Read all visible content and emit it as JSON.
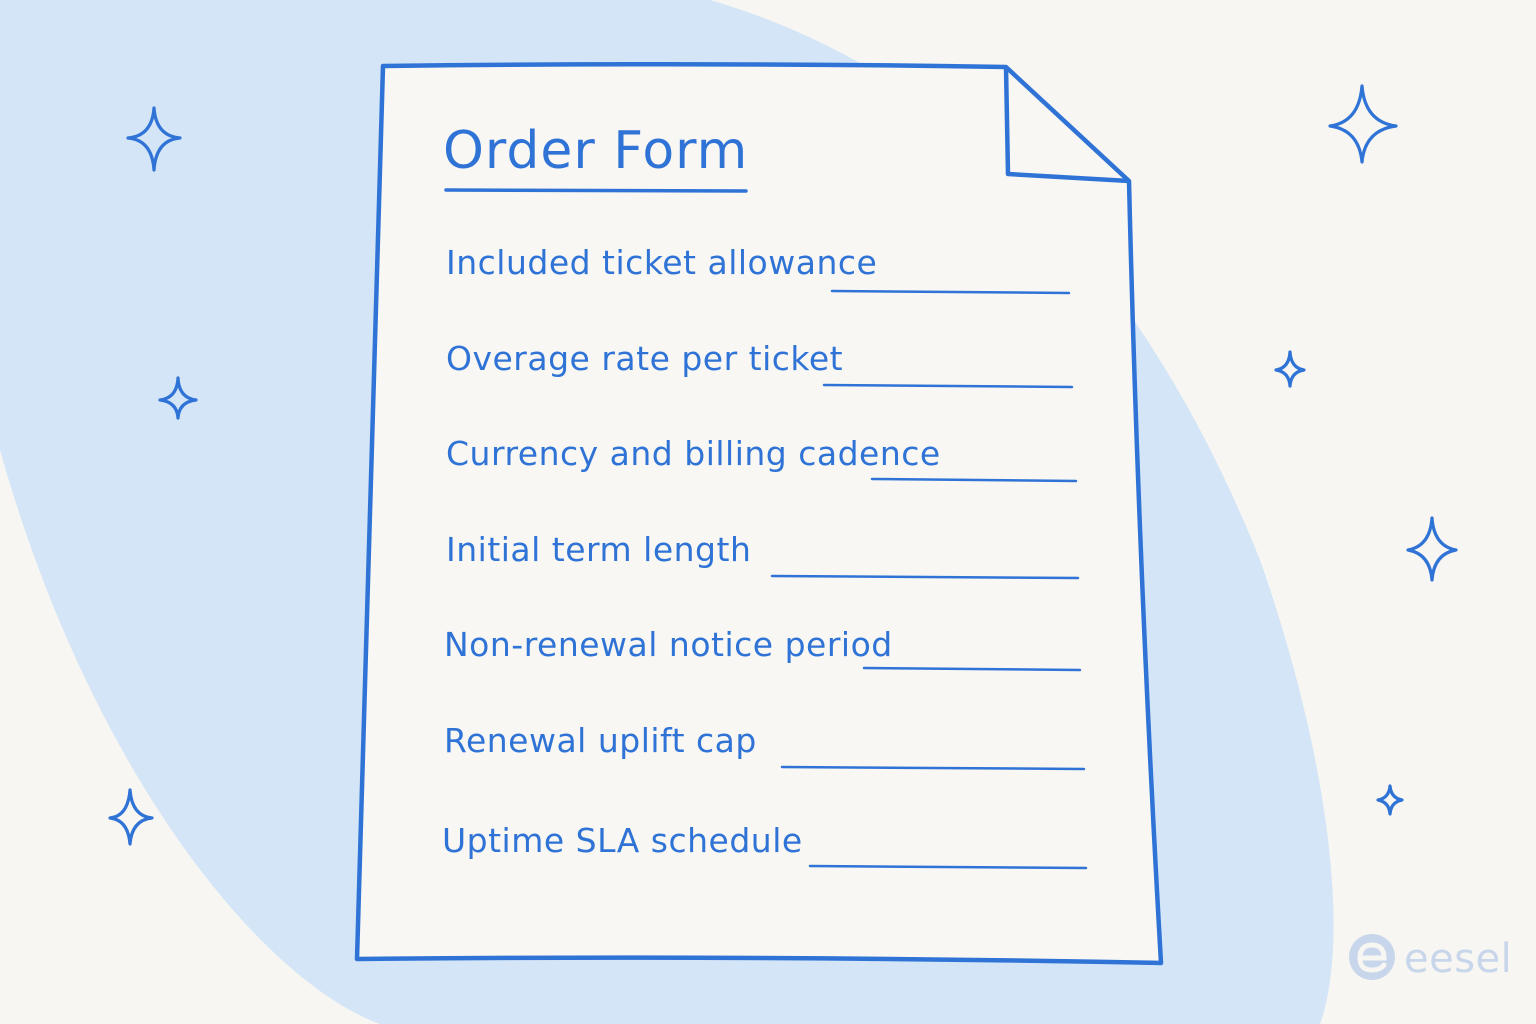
{
  "colors": {
    "background": "#f7f6f2",
    "swoosh": "#d3e5f7",
    "ink": "#2f73d6",
    "paper": "#f8f7f3",
    "logo": "#c7d6ea"
  },
  "document": {
    "title": "Order Form",
    "fields": [
      {
        "label": "Included ticket allowance"
      },
      {
        "label": "Overage rate per ticket"
      },
      {
        "label": "Currency and billing cadence"
      },
      {
        "label": "Initial term length"
      },
      {
        "label": "Non-renewal notice period"
      },
      {
        "label": "Renewal uplift cap"
      },
      {
        "label": "Uptime SLA schedule"
      }
    ]
  },
  "decorations": {
    "icon": "sparkle-icon"
  },
  "brand": {
    "logo_icon": "eesel-logo-icon",
    "name": "eesel"
  }
}
